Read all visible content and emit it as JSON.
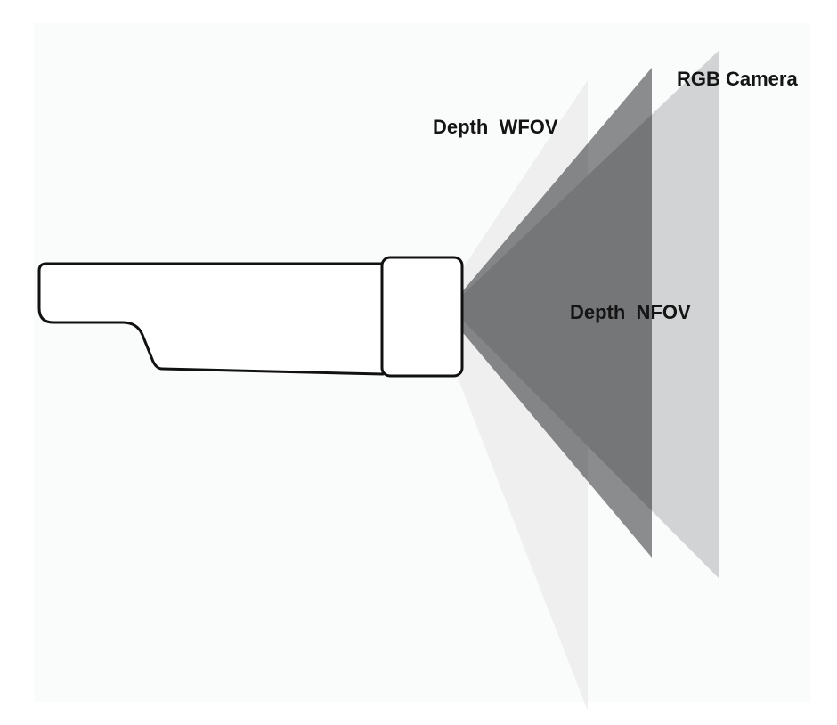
{
  "diagram": {
    "labels": {
      "rgb_camera": "RGB Camera",
      "depth_wfov": "Depth  WFOV",
      "depth_nfov": "Depth  NFOV"
    },
    "colors": {
      "page_background": "#ffffff",
      "panel_background": "#fafbfb",
      "wfov_cone": "#efefef",
      "rgb_cone": "#d2d3d4",
      "nfov_cone": "#8d8e90",
      "device_fill": "#ffffff",
      "device_stroke": "#111111",
      "label_text": "#141414"
    }
  }
}
